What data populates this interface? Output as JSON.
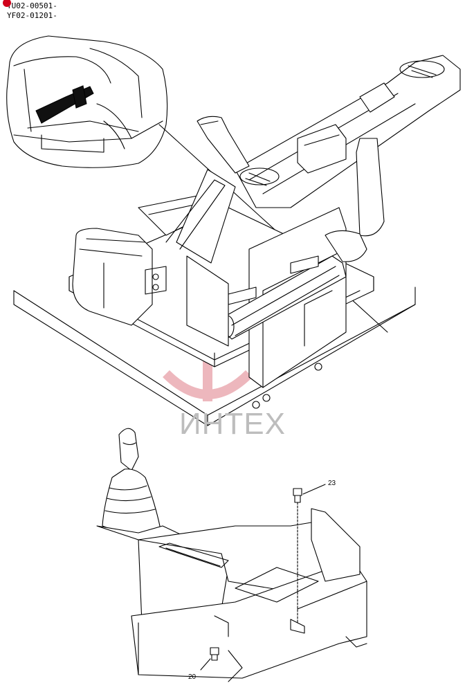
{
  "serial_ranges": [
    "YU02-00501-",
    "YF02-01201-"
  ],
  "watermark": "ИНТЕХ",
  "callouts": [
    {
      "id": "bolt-23",
      "label": "23"
    },
    {
      "id": "bolt-20",
      "label": "20"
    }
  ],
  "colors": {
    "line": "#000000",
    "marker": "#d0021b",
    "watermark": "#e8a0a8"
  }
}
